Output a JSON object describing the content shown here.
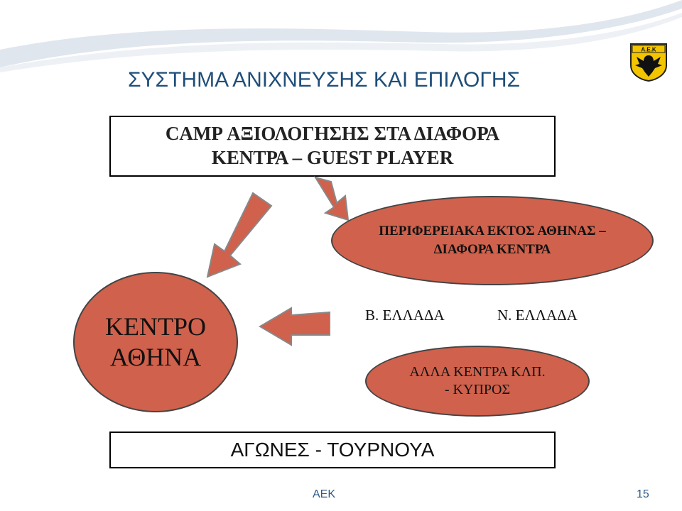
{
  "slide": {
    "title": "ΣΥΣΤΗΜΑ ΑΝΙΧΝΕΥΣΗΣ ΚΑΙ ΕΠΙΛΟΓΗΣ",
    "logo_text": "A.E.K",
    "top_box": {
      "line1": "CAMP ΑΞΙΟΛΟΓΗΣΗΣ ΣΤΑ ΔΙΑΦΟΡΑ",
      "line2": "ΚΕΝΤΡΑ – GUEST PLAYER"
    },
    "region_ellipse": {
      "line1": "ΠΕΡΙΦΕΡΕΙΑΚΑ ΕΚΤΟΣ ΑΘΗΝΑΣ –",
      "line2": "ΔΙΑΦΟΡΑ ΚΕΝΤΡΑ"
    },
    "athens_ellipse": {
      "line1": "ΚΕΝΤΡΟ",
      "line2": "ΑΘΗΝΑ"
    },
    "north_label": "Β. ΕΛΛΑΔΑ",
    "south_label": "Ν. ΕΛΛΑΔΑ",
    "other_ellipse": {
      "line1": "ΑΛΛΑ ΚΕΝΤΡΑ ΚΛΠ.",
      "line2": "- ΚΥΠΡΟΣ"
    },
    "bottom_box": "ΑΓΩΝΕΣ - ΤΟΥΡΝΟΥΑ",
    "footer_center": "ΑΕΚ",
    "page_number": "15"
  },
  "colors": {
    "ellipse_fill": "#d0614c",
    "arrow_fill": "#d0614c",
    "title": "#1f4e79",
    "footer": "#2e5a8a",
    "logo_yellow": "#f2c500"
  }
}
